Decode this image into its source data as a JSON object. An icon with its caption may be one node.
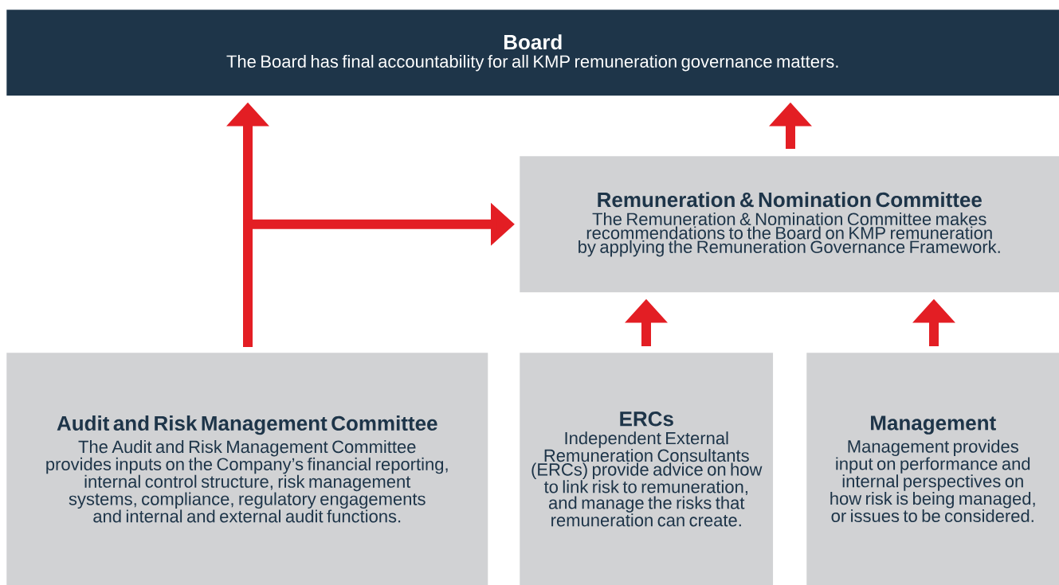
{
  "diagram": {
    "nodes": [
      {
        "text": [
          "Board",
          "The Board has final accountability for all KMP remuneration governance matters."
        ]
      },
      {
        "text": [
          "Remuneration & Nomination Committee",
          "The Remuneration & Nomination Committee makes recommendations to the Board on KMP remuneration by applying the Remuneration Governance Framework."
        ]
      },
      {
        "text": [
          "Audit and Risk Management Committee",
          "The Audit and Risk Management Committee provides inputs on the Company’s financial reporting, internal control structure, risk management systems, compliance, regulatory engagements and internal and external audit functions."
        ]
      },
      {
        "text": [
          "ERCs",
          "Independent External Remuneration Consultants (ERCs) provide advice on how to link risk to remuneration, and manage the risks that remuneration can create."
        ]
      },
      {
        "text": [
          "Management",
          "Management provides input on performance and internal perspectives on how risk is being managed, or issues to be considered."
        ]
      }
    ],
    "edges": [
      {
        "from": 2,
        "to": 0,
        "arrow": "to"
      },
      {
        "from": 2,
        "to": 1,
        "arrow": "to"
      },
      {
        "from": 1,
        "to": 0,
        "arrow": "to"
      },
      {
        "from": 3,
        "to": 1,
        "arrow": "to"
      },
      {
        "from": 4,
        "to": 1,
        "arrow": "to"
      }
    ]
  }
}
